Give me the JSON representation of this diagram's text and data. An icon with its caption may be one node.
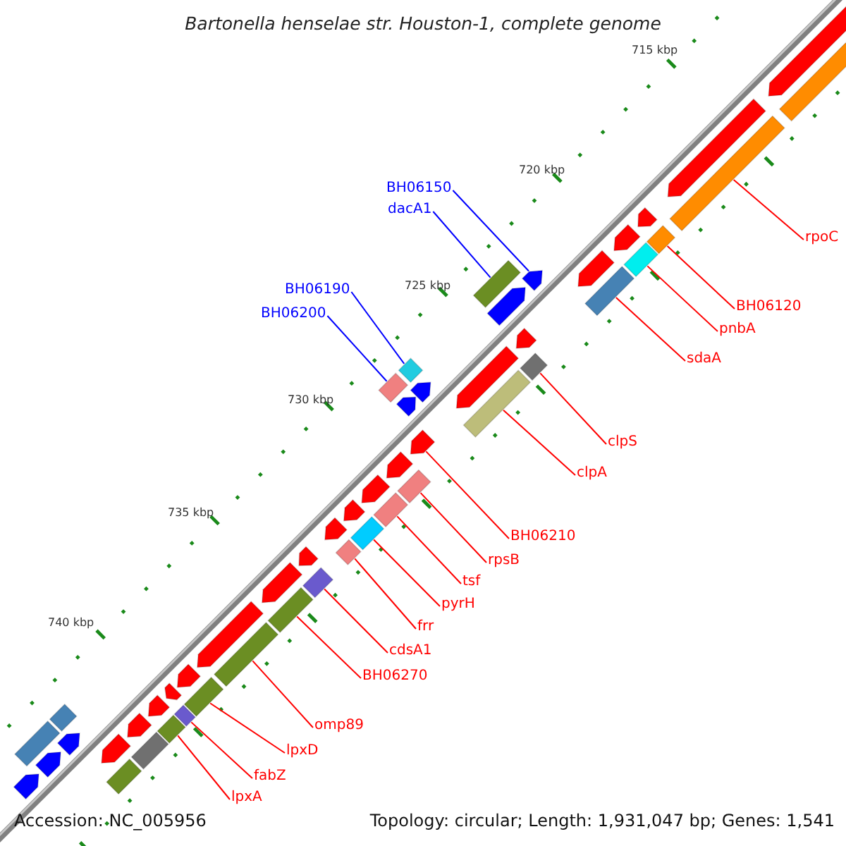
{
  "diagram": {
    "title": "Bartonella henselae str. Houston-1, complete genome",
    "nodes": [
      {
        "text": [
          "BH06150"
        ]
      },
      {
        "text": [
          "dacA1"
        ]
      },
      {
        "text": [
          "rpoC"
        ]
      },
      {
        "text": [
          "BH06190"
        ]
      },
      {
        "text": [
          "BH06120"
        ]
      },
      {
        "text": [
          "BH06200"
        ]
      },
      {
        "text": [
          "pnbA"
        ]
      },
      {
        "text": [
          "sdaA"
        ]
      },
      {
        "text": [
          "clpS"
        ]
      },
      {
        "text": [
          "clpA"
        ]
      },
      {
        "text": [
          "BH06210"
        ]
      },
      {
        "text": [
          "rpsB"
        ]
      },
      {
        "text": [
          "tsf"
        ]
      },
      {
        "text": [
          "pyrH"
        ]
      },
      {
        "text": [
          "frr"
        ]
      },
      {
        "text": [
          "cdsA1"
        ]
      },
      {
        "text": [
          "BH06270"
        ]
      },
      {
        "text": [
          "omp89"
        ]
      },
      {
        "text": [
          "lpxD"
        ]
      },
      {
        "text": [
          "fabZ"
        ]
      },
      {
        "text": [
          "lpxA"
        ]
      },
      {
        "text": [],
        "shape": "pentagon"
      },
      {
        "text": [],
        "shape": "pentagon"
      },
      {
        "text": [],
        "shape": "bar"
      },
      {
        "text": [],
        "shape": "bar"
      },
      {
        "text": [],
        "shape": "pentagon"
      },
      {
        "text": [],
        "shape": "bar"
      },
      {
        "text": [],
        "shape": "pentagon"
      },
      {
        "text": [],
        "shape": "bar"
      },
      {
        "text": [],
        "shape": "pentagon"
      },
      {
        "text": [],
        "shape": "bar"
      },
      {
        "text": [],
        "shape": "bar"
      },
      {
        "text": [],
        "shape": "pentagon"
      },
      {
        "text": [],
        "shape": "pentagon"
      },
      {
        "text": [],
        "shape": "pentagon"
      },
      {
        "text": [],
        "shape": "pentagon"
      },
      {
        "text": [],
        "shape": "bar"
      },
      {
        "text": [],
        "shape": "bar"
      },
      {
        "text": [],
        "shape": "bar"
      },
      {
        "text": [],
        "shape": "bar"
      },
      {
        "text": [],
        "shape": "pentagon"
      },
      {
        "text": [],
        "shape": "pentagon"
      },
      {
        "text": [],
        "shape": "pentagon"
      },
      {
        "text": [],
        "shape": "pentagon"
      },
      {
        "text": [],
        "shape": "pentagon"
      },
      {
        "text": [],
        "shape": "pentagon"
      },
      {
        "text": [],
        "shape": "pentagon"
      },
      {
        "text": [],
        "shape": "bar"
      },
      {
        "text": [],
        "shape": "bar"
      },
      {
        "text": [],
        "shape": "bar"
      },
      {
        "text": [],
        "shape": "bar"
      },
      {
        "text": [],
        "shape": "pentagon"
      },
      {
        "text": [],
        "shape": "pentagon"
      },
      {
        "text": [],
        "shape": "pentagon"
      },
      {
        "text": [],
        "shape": "pentagon"
      },
      {
        "text": [],
        "shape": "pentagon"
      },
      {
        "text": [],
        "shape": "pentagon"
      },
      {
        "text": [],
        "shape": "pentagon"
      },
      {
        "text": [],
        "shape": "pentagon"
      },
      {
        "text": [],
        "shape": "bar"
      },
      {
        "text": [],
        "shape": "bar"
      },
      {
        "text": [],
        "shape": "bar"
      },
      {
        "text": [],
        "shape": "bar"
      },
      {
        "text": [],
        "shape": "bar"
      },
      {
        "text": [],
        "shape": "bar"
      },
      {
        "text": [],
        "shape": "bar"
      },
      {
        "text": [],
        "shape": "bar"
      },
      {
        "text": [],
        "shape": "bar"
      },
      {
        "text": [],
        "shape": "bar"
      },
      {
        "text": [],
        "shape": "pentagon"
      },
      {
        "text": [],
        "shape": "pentagon"
      },
      {
        "text": [],
        "shape": "pentagon"
      }
    ],
    "edges": [
      {
        "from": 0,
        "to": 32,
        "arrow": "none",
        "color": "#0000ff"
      },
      {
        "from": 1,
        "to": 31,
        "arrow": "none",
        "color": "#0000ff"
      },
      {
        "from": 2,
        "to": 24,
        "arrow": "none"
      },
      {
        "from": 3,
        "to": 38,
        "arrow": "none",
        "color": "#0000ff"
      },
      {
        "from": 4,
        "to": 26,
        "arrow": "none"
      },
      {
        "from": 5,
        "to": 39,
        "arrow": "none",
        "color": "#0000ff"
      },
      {
        "from": 6,
        "to": 28,
        "arrow": "none"
      },
      {
        "from": 7,
        "to": 30,
        "arrow": "none"
      },
      {
        "from": 8,
        "to": 36,
        "arrow": "none"
      },
      {
        "from": 9,
        "to": 37,
        "arrow": "none"
      },
      {
        "from": 10,
        "to": 42,
        "arrow": "none"
      },
      {
        "from": 11,
        "to": 47,
        "arrow": "none"
      },
      {
        "from": 12,
        "to": 48,
        "arrow": "none"
      },
      {
        "from": 13,
        "to": 49,
        "arrow": "none"
      },
      {
        "from": 14,
        "to": 50,
        "arrow": "none"
      },
      {
        "from": 15,
        "to": 59,
        "arrow": "none"
      },
      {
        "from": 16,
        "to": 60,
        "arrow": "none"
      },
      {
        "from": 17,
        "to": 61,
        "arrow": "none"
      },
      {
        "from": 18,
        "to": 62,
        "arrow": "none"
      },
      {
        "from": 19,
        "to": 63,
        "arrow": "none"
      },
      {
        "from": 20,
        "to": 64,
        "arrow": "none"
      }
    ],
    "labels": [
      "715 kbp",
      "720 kbp",
      "725 kbp",
      "730 kbp",
      "735 kbp",
      "740 kbp",
      "Accession: NC_005956",
      "Topology: circular; Length: 1,931,047 bp; Genes: 1,541"
    ]
  }
}
